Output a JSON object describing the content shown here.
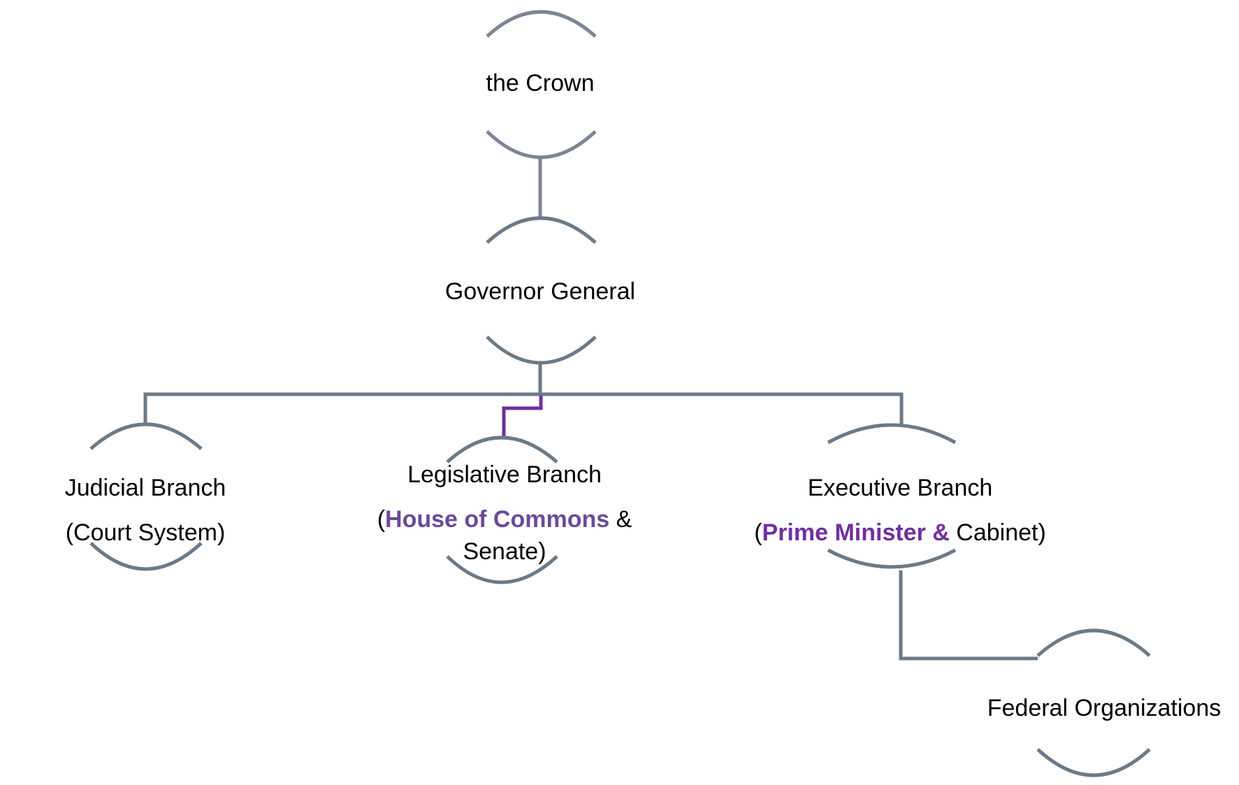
{
  "colors": {
    "connector": "#6b7a87",
    "crown_stroke": "#7c8597",
    "accent": "#7030a0",
    "highlight_text_commons": "#6b4a9a",
    "highlight_text_pm": "#7030a0",
    "text": "#000000"
  },
  "nodes": {
    "crown": {
      "label": "the Crown"
    },
    "governor_general": {
      "label": "Governor General"
    },
    "judicial": {
      "line1": "Judicial Branch",
      "line2": "(Court System)"
    },
    "legislative": {
      "line1": "Legislative Branch",
      "line2_open": "(",
      "line2_highlight": "House of Commons",
      "line2_rest": " &",
      "line3": "Senate)"
    },
    "executive": {
      "line1": "Executive Branch",
      "line2_open": "(",
      "line2_highlight": "Prime Minister &",
      "line2_rest": " Cabinet)"
    },
    "federal": {
      "label": "Federal Organizations"
    }
  },
  "hierarchy": [
    {
      "parent": "the Crown",
      "child": "Governor General"
    },
    {
      "parent": "Governor General",
      "child": "Judicial Branch"
    },
    {
      "parent": "Governor General",
      "child": "Legislative Branch",
      "highlighted": true
    },
    {
      "parent": "Governor General",
      "child": "Executive Branch"
    },
    {
      "parent": "Executive Branch",
      "child": "Federal Organizations"
    }
  ]
}
